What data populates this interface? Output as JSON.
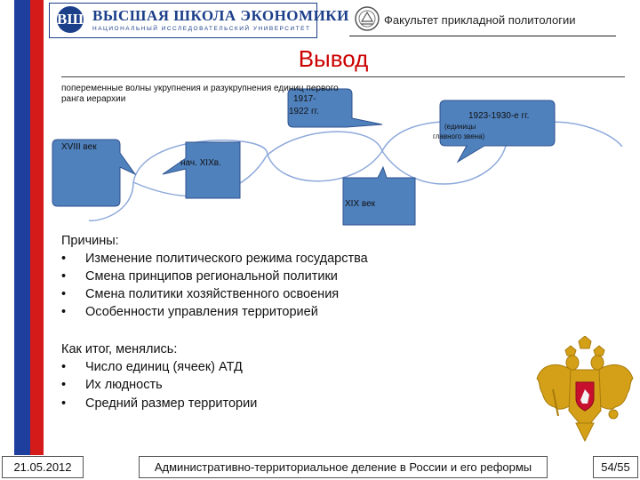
{
  "header": {
    "logo_letters": "ВШ",
    "logo_main": "ВЫСШАЯ ШКОЛА ЭКОНОМИКИ",
    "logo_sub": "НАЦИОНАЛЬНЫЙ ИССЛЕДОВАТЕЛЬСКИЙ УНИВЕРСИТЕТ",
    "faculty": "Факультет прикладной политологии"
  },
  "colors": {
    "stripe_blue": "#1f3f9e",
    "stripe_red": "#d51a1a",
    "title_red": "#cc0000",
    "callout_fill": "#4f81bd",
    "callout_stroke": "#2f528f",
    "wave_stroke": "#8ea9db"
  },
  "slide": {
    "title": "Вывод",
    "intro_line1": "попеременные волны укрупнения и разукрупнения единиц первого",
    "intro_line2": "ранга иерархии",
    "callouts": {
      "c1917_line1": "1917-",
      "c1917_line2": "1922 гг.",
      "c1923": "1923-1930-е гг.",
      "c1923_note_line1": "(единицы",
      "c1923_note_line2": "главного звена)",
      "c18": "XVIII век",
      "c19_early": "нач.  XIXв.",
      "c19": "XIX век"
    },
    "reasons_heading": "Причины:",
    "reasons": [
      "Изменение политического режима государства",
      "Смена принципов региональной политики",
      "Смена политики хозяйственного освоения",
      "Особенности управления территорией"
    ],
    "result_heading": "Как итог, менялись:",
    "results": [
      "Число единиц (ячеек) АТД",
      "Их людность",
      "Средний размер территории"
    ],
    "bullet": "•"
  },
  "footer": {
    "date": "21.05.2012",
    "subject": "Административно-территориальное деление в России и его реформы",
    "page": "54/55"
  }
}
